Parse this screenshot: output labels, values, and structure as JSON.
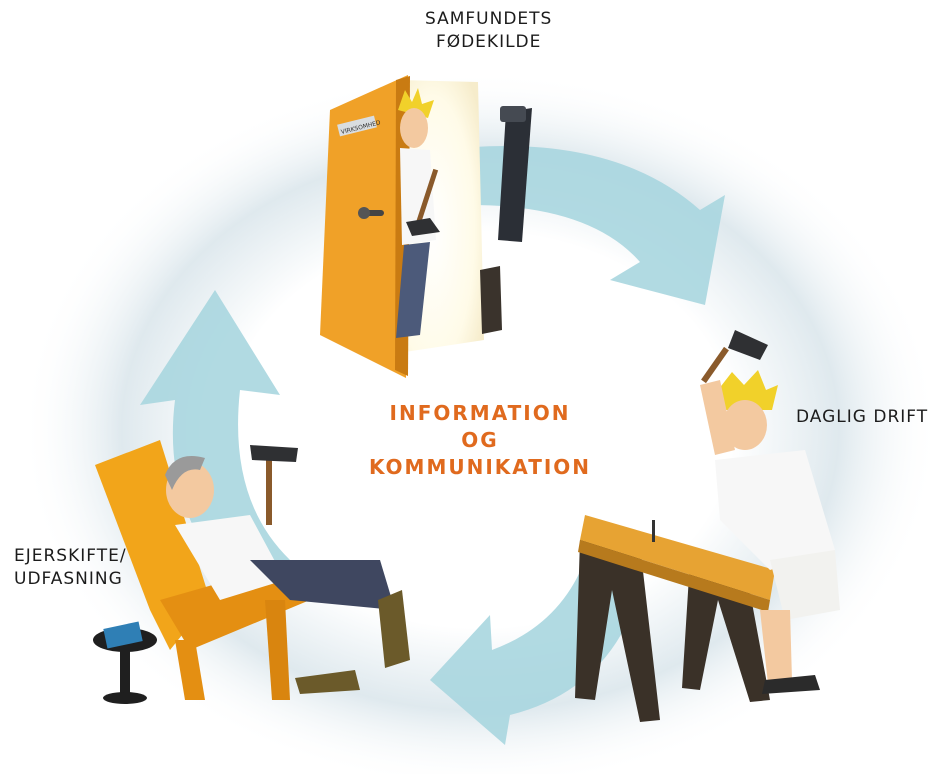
{
  "labels": {
    "top_line1": "SAMFUNDETS",
    "top_line2": "FØDEKILDE",
    "right": "DAGLIG DRIFT",
    "left_line1": "EJERSKIFTE/",
    "left_line2": "UDFASNING"
  },
  "center": {
    "line1": "INFORMATION",
    "line2": "OG",
    "line3": "KOMMUNIKATION"
  },
  "door_sign": "VIRKSOMHED",
  "colors": {
    "arrow": "#a8d6df",
    "accent": "#e06a1e",
    "door": "#f0a128",
    "chair": "#f2a51a",
    "wood": "#e7a333",
    "dark_wood": "#3a3128"
  }
}
